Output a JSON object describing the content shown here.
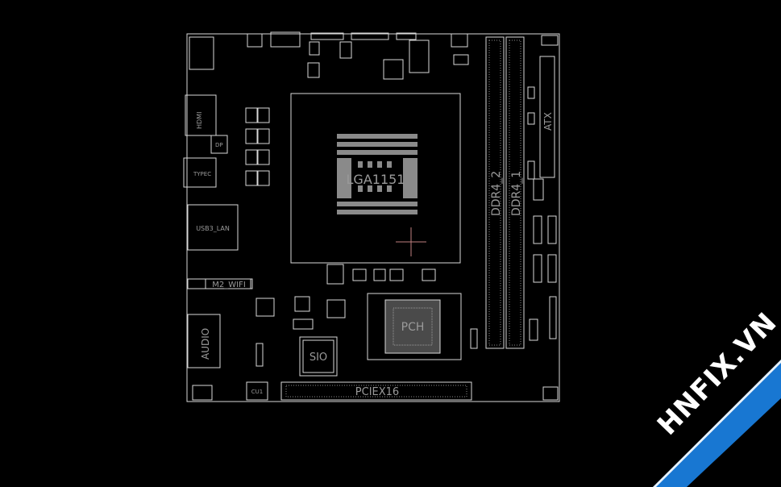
{
  "colors": {
    "background": "#000000",
    "outline": "#d8d8d8",
    "label": "#9a9a9a",
    "cursor": "#c08080",
    "watermark": "#1877d2"
  },
  "labels": {
    "cpu_socket": "LGA1151",
    "pch": "PCH",
    "sio": "SIO",
    "pcie": "PCIEX16",
    "ddr_2": "DDR4_2",
    "ddr_1": "DDR4_1",
    "atx": "ATX",
    "audio": "AUDIO",
    "m2_wifi": "M2_WIFI",
    "usb_lan": "USB3_LAN",
    "hdmi": "HDMI",
    "typec": "TYPEC",
    "dp": "DP",
    "cu1": "CU1"
  },
  "watermark": {
    "text": "HNFIX.VN"
  }
}
